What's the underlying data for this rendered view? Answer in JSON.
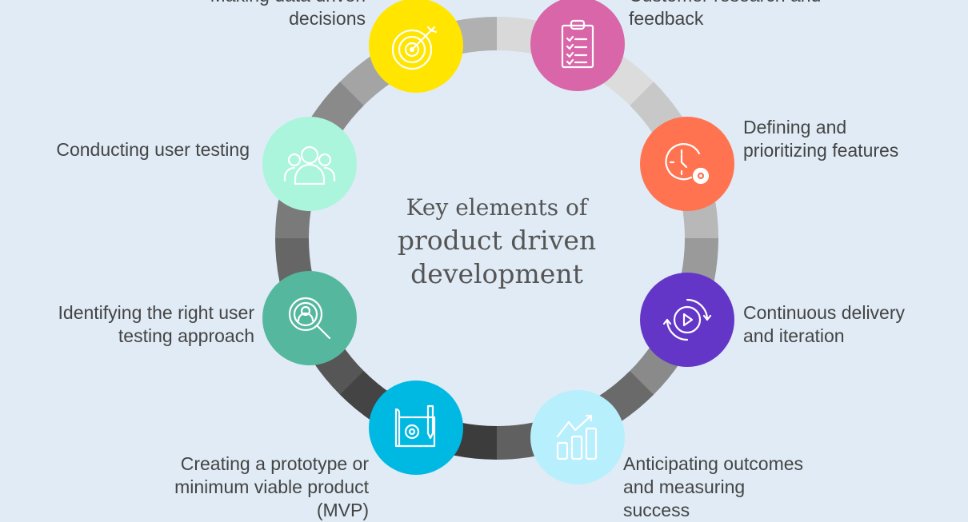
{
  "title": {
    "line1": "Key elements of",
    "line2": "product driven",
    "line3": "development"
  },
  "elements": [
    {
      "lines": [
        "Making data driven",
        "decisions"
      ],
      "color": "#ffe500",
      "icon": "target-icon"
    },
    {
      "lines": [
        "Customer research and",
        "feedback"
      ],
      "color": "#d966a8",
      "icon": "clipboard-checklist-icon"
    },
    {
      "lines": [
        "Defining and",
        "prioritizing features"
      ],
      "color": "#ff7350",
      "icon": "clock-gear-icon"
    },
    {
      "lines": [
        "Continuous delivery",
        "and iteration"
      ],
      "color": "#6436c8",
      "icon": "play-cycle-icon"
    },
    {
      "lines": [
        "Anticipating outcomes",
        "and measuring",
        "success"
      ],
      "color": "#b8effc",
      "icon": "growth-chart-icon"
    },
    {
      "lines": [
        "Creating a prototype or",
        "minimum viable product",
        "(MVP)"
      ],
      "color": "#00b9e3",
      "icon": "blueprint-icon"
    },
    {
      "lines": [
        "Identifying the right user",
        "testing approach"
      ],
      "color": "#55b89e",
      "icon": "magnify-user-icon"
    },
    {
      "lines": [
        "Conducting user testing"
      ],
      "color": "#aaf5dc",
      "icon": "user-group-icon"
    }
  ]
}
